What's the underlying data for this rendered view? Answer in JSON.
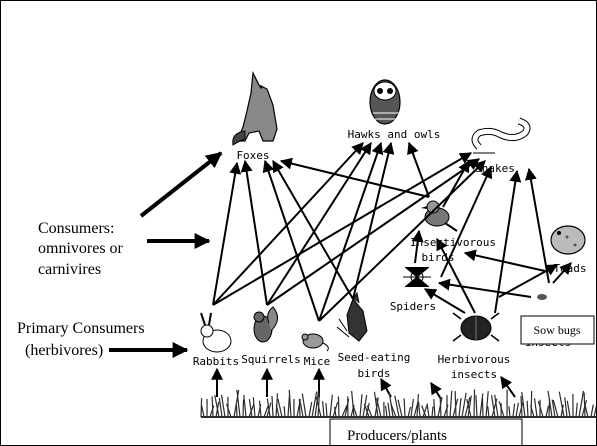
{
  "organisms": {
    "foxes": "Foxes",
    "hawks_owls": "Hawks and owls",
    "snakes": "Snakes",
    "insectivorous_birds_1": "Insectivorous",
    "insectivorous_birds_2": "birds",
    "toads": "Toads",
    "spiders": "Spiders",
    "insects_partial": "insects",
    "rabbits": "Rabbits",
    "squirrels": "Squirrels",
    "mice": "Mice",
    "seed_eating_1": "Seed-eating",
    "seed_eating_2": "birds",
    "herbivorous_1": "Herbivorous",
    "herbivorous_2": "insects"
  },
  "categories": {
    "consumers_1": "Consumers:",
    "consumers_2": "omnivores or",
    "consumers_3": "carnivires",
    "primary_1": "Primary Consumers",
    "primary_2": "(herbivores)"
  },
  "boxes": {
    "sow_bugs": "Sow bugs",
    "producers": "Producers/plants"
  },
  "colors": {
    "ink": "#000000",
    "background": "#ffffff",
    "grass": "#2b2b2b"
  }
}
